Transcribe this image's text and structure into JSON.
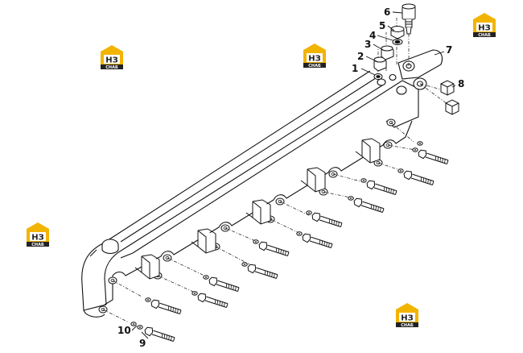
{
  "diagram": {
    "callouts": [
      "1",
      "2",
      "3",
      "4",
      "5",
      "6",
      "7",
      "8",
      "9",
      "10"
    ]
  },
  "watermark": {
    "logo_text": "НЗ",
    "subtext": "СНАБ",
    "colors": {
      "gold": "#f2b400",
      "dark": "#222222"
    }
  },
  "colors": {
    "line": "#111111",
    "paper": "#ffffff"
  }
}
